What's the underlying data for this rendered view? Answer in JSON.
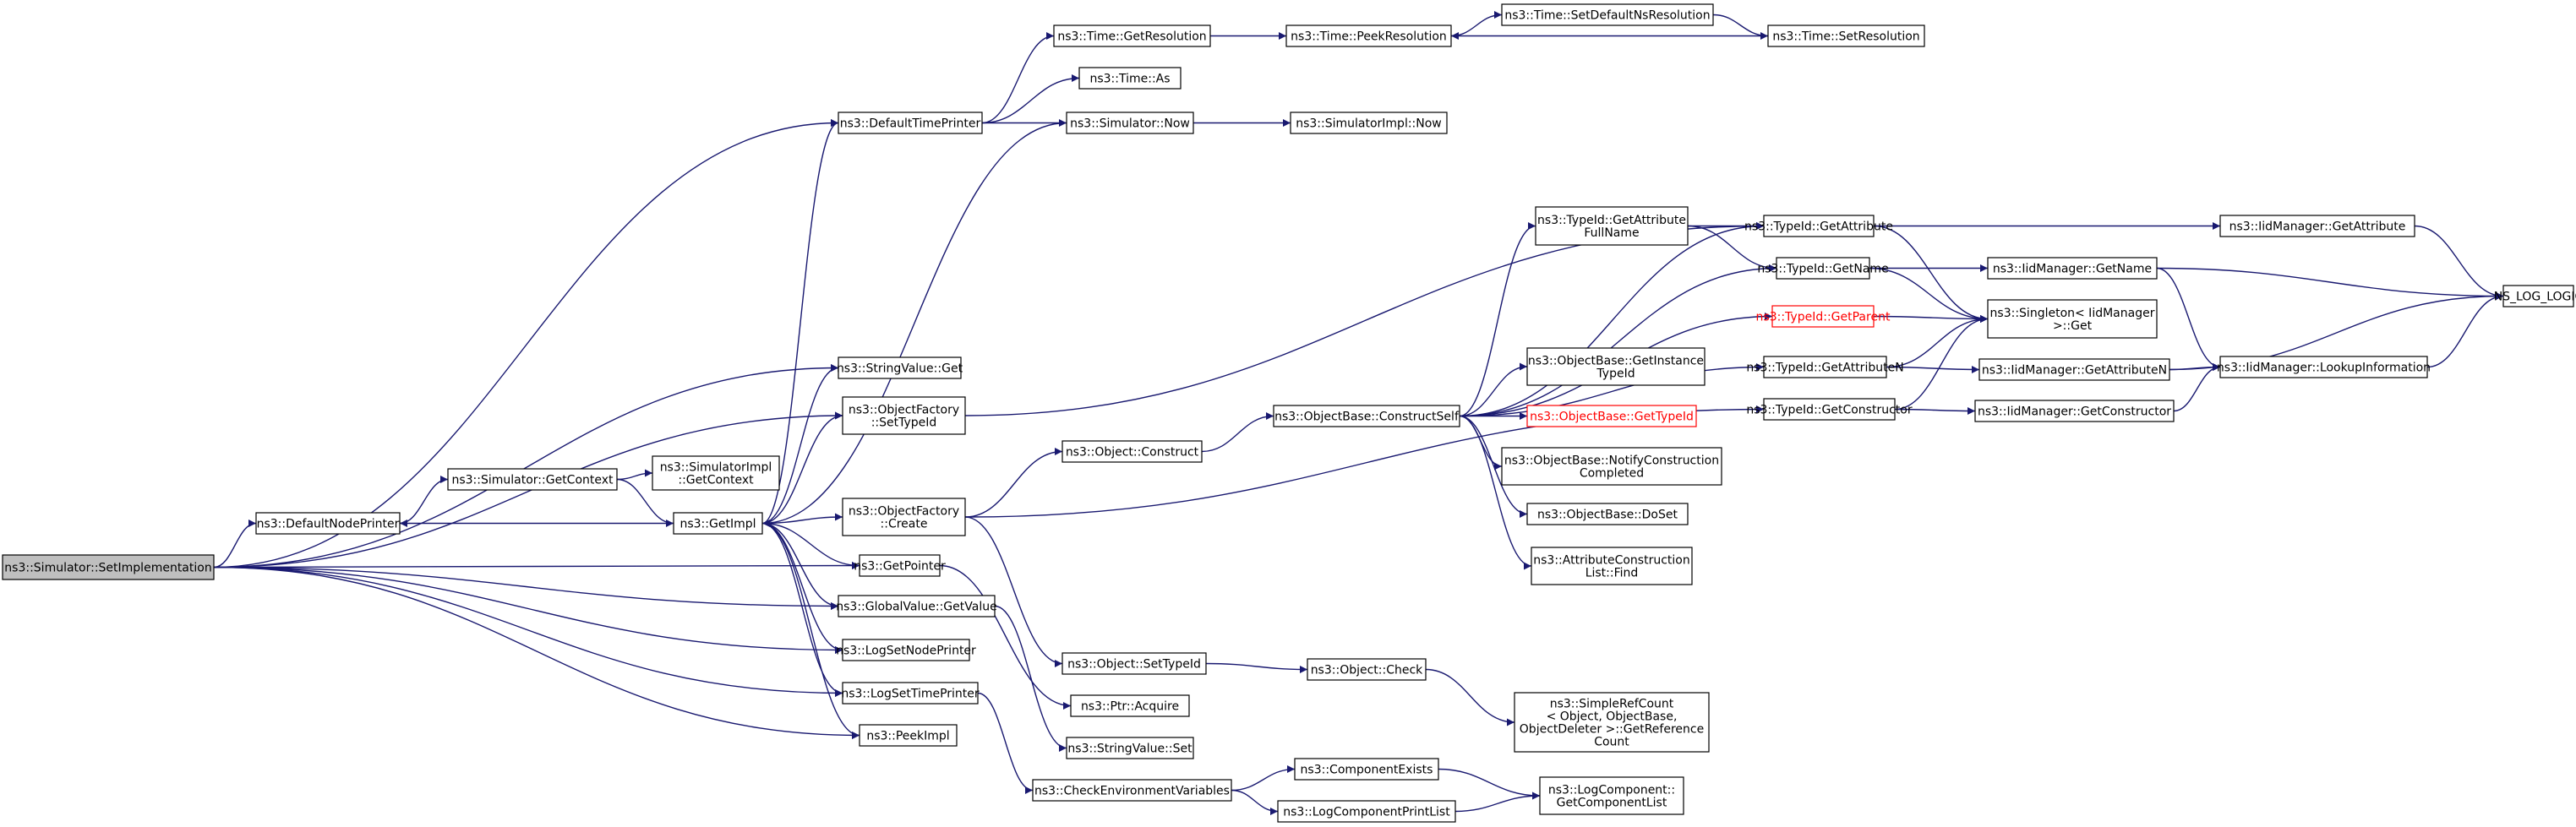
{
  "diagram": {
    "nodes": [
      {
        "id": "set_impl",
        "lines": [
          "ns3::Simulator::SetImplementation"
        ],
        "current": true
      },
      {
        "id": "default_node_printer",
        "lines": [
          "ns3::DefaultNodePrinter"
        ]
      },
      {
        "id": "get_context",
        "lines": [
          "ns3::Simulator::GetContext"
        ]
      },
      {
        "id": "simimpl_getcontext",
        "lines": [
          "ns3::SimulatorImpl",
          "::GetContext"
        ]
      },
      {
        "id": "get_impl",
        "lines": [
          "ns3::GetImpl"
        ]
      },
      {
        "id": "default_time_printer",
        "lines": [
          "ns3::DefaultTimePrinter"
        ]
      },
      {
        "id": "string_value_get",
        "lines": [
          "ns3::StringValue::Get"
        ]
      },
      {
        "id": "objfactory_settypeid",
        "lines": [
          "ns3::ObjectFactory",
          "::SetTypeId"
        ]
      },
      {
        "id": "objfactory_create",
        "lines": [
          "ns3::ObjectFactory",
          "::Create"
        ]
      },
      {
        "id": "get_pointer",
        "lines": [
          "ns3::GetPointer"
        ]
      },
      {
        "id": "globalvalue_getvalue",
        "lines": [
          "ns3::GlobalValue::GetValue"
        ]
      },
      {
        "id": "log_set_node_printer",
        "lines": [
          "ns3::LogSetNodePrinter"
        ]
      },
      {
        "id": "log_set_time_printer",
        "lines": [
          "ns3::LogSetTimePrinter"
        ]
      },
      {
        "id": "peek_impl",
        "lines": [
          "ns3::PeekImpl"
        ]
      },
      {
        "id": "time_getresolution",
        "lines": [
          "ns3::Time::GetResolution"
        ]
      },
      {
        "id": "time_as",
        "lines": [
          "ns3::Time::As"
        ]
      },
      {
        "id": "simulator_now",
        "lines": [
          "ns3::Simulator::Now"
        ]
      },
      {
        "id": "time_peekresolution",
        "lines": [
          "ns3::Time::PeekResolution"
        ]
      },
      {
        "id": "time_setdefaultns",
        "lines": [
          "ns3::Time::SetDefaultNsResolution"
        ]
      },
      {
        "id": "time_setresolution",
        "lines": [
          "ns3::Time::SetResolution"
        ]
      },
      {
        "id": "simimpl_now",
        "lines": [
          "ns3::SimulatorImpl::Now"
        ]
      },
      {
        "id": "object_construct",
        "lines": [
          "ns3::Object::Construct"
        ]
      },
      {
        "id": "object_settypeid",
        "lines": [
          "ns3::Object::SetTypeId"
        ]
      },
      {
        "id": "ptr_acquire",
        "lines": [
          "ns3::Ptr::Acquire"
        ]
      },
      {
        "id": "stringvalue_set",
        "lines": [
          "ns3::StringValue::Set"
        ]
      },
      {
        "id": "check_env_vars",
        "lines": [
          "ns3::CheckEnvironmentVariables"
        ]
      },
      {
        "id": "objectbase_constructself",
        "lines": [
          "ns3::ObjectBase::ConstructSelf"
        ]
      },
      {
        "id": "object_check",
        "lines": [
          "ns3::Object::Check"
        ]
      },
      {
        "id": "component_exists",
        "lines": [
          "ns3::ComponentExists"
        ]
      },
      {
        "id": "logcomponent_printlist",
        "lines": [
          "ns3::LogComponentPrintList"
        ]
      },
      {
        "id": "typeid_getattrfullname",
        "lines": [
          "ns3::TypeId::GetAttribute",
          "FullName"
        ]
      },
      {
        "id": "objectbase_getinstancetypeid",
        "lines": [
          "ns3::ObjectBase::GetInstance",
          "TypeId"
        ]
      },
      {
        "id": "objectbase_gettypeid",
        "lines": [
          "ns3::ObjectBase::GetTypeId"
        ],
        "undocumented": true
      },
      {
        "id": "objectbase_notify",
        "lines": [
          "ns3::ObjectBase::NotifyConstruction",
          "Completed"
        ]
      },
      {
        "id": "objectbase_doset",
        "lines": [
          "ns3::ObjectBase::DoSet"
        ]
      },
      {
        "id": "attrconstruction_find",
        "lines": [
          "ns3::AttributeConstruction",
          "List::Find"
        ]
      },
      {
        "id": "simplerefcount",
        "lines": [
          "ns3::SimpleRefCount",
          "< Object, ObjectBase,",
          "ObjectDeleter >::GetReference",
          "Count"
        ]
      },
      {
        "id": "logcomponent_getlist",
        "lines": [
          "ns3::LogComponent::",
          "GetComponentList"
        ]
      },
      {
        "id": "typeid_getattribute",
        "lines": [
          "ns3::TypeId::GetAttribute"
        ]
      },
      {
        "id": "typeid_getname",
        "lines": [
          "ns3::TypeId::GetName"
        ]
      },
      {
        "id": "typeid_getparent",
        "lines": [
          "ns3::TypeId::GetParent"
        ],
        "undocumented": true
      },
      {
        "id": "typeid_getattributen",
        "lines": [
          "ns3::TypeId::GetAttributeN"
        ]
      },
      {
        "id": "typeid_getconstructor",
        "lines": [
          "ns3::TypeId::GetConstructor"
        ]
      },
      {
        "id": "singleton_get",
        "lines": [
          "ns3::Singleton< IidManager",
          " >::Get"
        ]
      },
      {
        "id": "iid_getattribute",
        "lines": [
          "ns3::IidManager::GetAttribute"
        ]
      },
      {
        "id": "iid_getname",
        "lines": [
          "ns3::IidManager::GetName"
        ]
      },
      {
        "id": "iid_getattributen",
        "lines": [
          "ns3::IidManager::GetAttributeN"
        ]
      },
      {
        "id": "iid_getconstructor",
        "lines": [
          "ns3::IidManager::GetConstructor"
        ]
      },
      {
        "id": "iid_lookupinfo",
        "lines": [
          "ns3::IidManager::LookupInformation"
        ]
      },
      {
        "id": "ns_log_logic",
        "lines": [
          "NS_LOG_LOGIC"
        ]
      }
    ],
    "edges": [
      [
        "set_impl",
        "default_node_printer"
      ],
      [
        "set_impl",
        "default_time_printer"
      ],
      [
        "set_impl",
        "string_value_get"
      ],
      [
        "set_impl",
        "objfactory_settypeid"
      ],
      [
        "set_impl",
        "get_pointer"
      ],
      [
        "set_impl",
        "globalvalue_getvalue"
      ],
      [
        "set_impl",
        "log_set_node_printer"
      ],
      [
        "set_impl",
        "log_set_time_printer"
      ],
      [
        "set_impl",
        "peek_impl"
      ],
      [
        "default_node_printer",
        "get_context"
      ],
      [
        "get_context",
        "simimpl_getcontext"
      ],
      [
        "get_context",
        "get_impl"
      ],
      [
        "get_impl",
        "default_node_printer"
      ],
      [
        "get_impl",
        "default_time_printer"
      ],
      [
        "get_impl",
        "string_value_get"
      ],
      [
        "get_impl",
        "objfactory_settypeid"
      ],
      [
        "get_impl",
        "objfactory_create"
      ],
      [
        "get_impl",
        "get_pointer"
      ],
      [
        "get_impl",
        "globalvalue_getvalue"
      ],
      [
        "get_impl",
        "log_set_node_printer"
      ],
      [
        "get_impl",
        "log_set_time_printer"
      ],
      [
        "get_impl",
        "peek_impl"
      ],
      [
        "default_time_printer",
        "time_getresolution"
      ],
      [
        "default_time_printer",
        "time_as"
      ],
      [
        "default_time_printer",
        "simulator_now"
      ],
      [
        "simulator_now",
        "simimpl_now"
      ],
      [
        "simulator_now",
        "get_impl"
      ],
      [
        "time_getresolution",
        "time_peekresolution"
      ],
      [
        "time_peekresolution",
        "time_setdefaultns"
      ],
      [
        "time_setdefaultns",
        "time_setresolution"
      ],
      [
        "time_setresolution",
        "time_peekresolution"
      ],
      [
        "objfactory_settypeid",
        "typeid_getattribute"
      ],
      [
        "objfactory_create",
        "object_construct"
      ],
      [
        "objfactory_create",
        "object_settypeid"
      ],
      [
        "objfactory_create",
        "typeid_getconstructor"
      ],
      [
        "object_construct",
        "objectbase_constructself"
      ],
      [
        "object_settypeid",
        "object_check"
      ],
      [
        "object_check",
        "simplerefcount"
      ],
      [
        "get_pointer",
        "ptr_acquire"
      ],
      [
        "globalvalue_getvalue",
        "stringvalue_set"
      ],
      [
        "log_set_time_printer",
        "check_env_vars"
      ],
      [
        "check_env_vars",
        "component_exists"
      ],
      [
        "check_env_vars",
        "logcomponent_printlist"
      ],
      [
        "component_exists",
        "logcomponent_getlist"
      ],
      [
        "logcomponent_printlist",
        "logcomponent_getlist"
      ],
      [
        "objectbase_constructself",
        "typeid_getattrfullname"
      ],
      [
        "objectbase_constructself",
        "typeid_getattribute"
      ],
      [
        "objectbase_constructself",
        "typeid_getname"
      ],
      [
        "objectbase_constructself",
        "typeid_getparent"
      ],
      [
        "objectbase_constructself",
        "objectbase_getinstancetypeid"
      ],
      [
        "objectbase_constructself",
        "objectbase_gettypeid"
      ],
      [
        "objectbase_constructself",
        "objectbase_notify"
      ],
      [
        "objectbase_constructself",
        "objectbase_doset"
      ],
      [
        "objectbase_constructself",
        "attrconstruction_find"
      ],
      [
        "objectbase_constructself",
        "typeid_getattributen"
      ],
      [
        "typeid_getattrfullname",
        "typeid_getattribute"
      ],
      [
        "typeid_getattrfullname",
        "typeid_getname"
      ],
      [
        "typeid_getattribute",
        "iid_getattribute"
      ],
      [
        "typeid_getattribute",
        "singleton_get"
      ],
      [
        "typeid_getname",
        "iid_getname"
      ],
      [
        "typeid_getname",
        "singleton_get"
      ],
      [
        "typeid_getparent",
        "singleton_get"
      ],
      [
        "typeid_getattributen",
        "singleton_get"
      ],
      [
        "typeid_getattributen",
        "iid_getattributen"
      ],
      [
        "typeid_getconstructor",
        "singleton_get"
      ],
      [
        "typeid_getconstructor",
        "iid_getconstructor"
      ],
      [
        "iid_getattribute",
        "ns_log_logic"
      ],
      [
        "iid_getname",
        "ns_log_logic"
      ],
      [
        "iid_getname",
        "iid_lookupinfo"
      ],
      [
        "iid_getattributen",
        "iid_lookupinfo"
      ],
      [
        "iid_getattributen",
        "ns_log_logic"
      ],
      [
        "iid_getconstructor",
        "iid_lookupinfo"
      ],
      [
        "iid_lookupinfo",
        "ns_log_logic"
      ]
    ]
  },
  "colors": {
    "edge": "#191970",
    "node_border": "#000000",
    "current_node_fill": "#bfbfbf",
    "undocumented_border": "#ff0000",
    "undocumented_text": "#ff0000"
  }
}
